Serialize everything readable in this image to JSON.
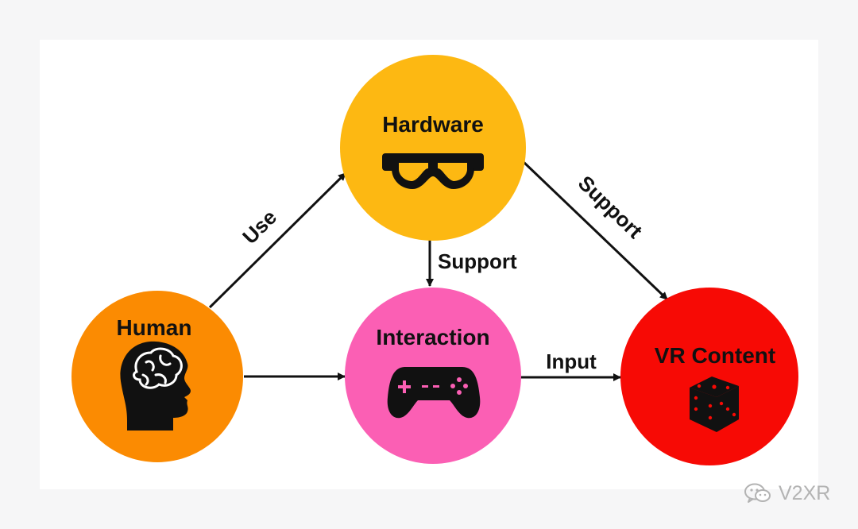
{
  "colors": {
    "hardware": "#fdb812",
    "human": "#fb8b02",
    "interaction": "#fb5fb4",
    "vr_content": "#f70a05",
    "ink": "#111111"
  },
  "nodes": {
    "hardware": {
      "label": "Hardware",
      "icon": "vr-goggles-icon"
    },
    "human": {
      "label": "Human",
      "icon": "brain-head-icon"
    },
    "interaction": {
      "label": "Interaction",
      "icon": "gamepad-icon"
    },
    "vr_content": {
      "label": "VR Content",
      "icon": "dice-icon"
    }
  },
  "edges": {
    "use": "Use",
    "hw_to_interaction": "Support",
    "hw_to_content": "Support",
    "input": "Input"
  },
  "watermark": {
    "text": "V2XR",
    "icon": "wechat-icon"
  }
}
